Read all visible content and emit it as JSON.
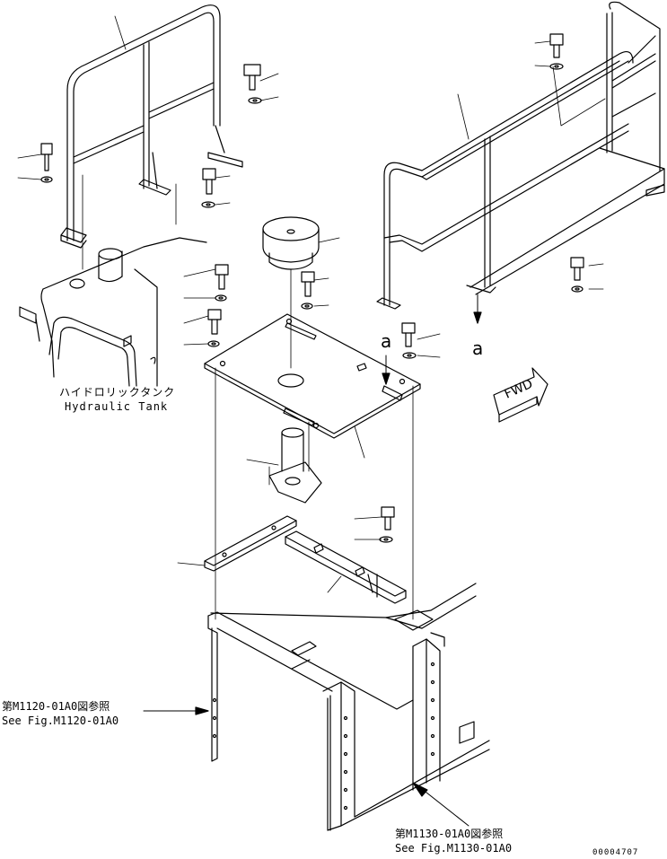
{
  "labels": {
    "hydraulic_tank_jp": "ハイドロリックタンク",
    "hydraulic_tank_en": "Hydraulic Tank",
    "ref_1120_jp": "第M1120-01A0図参照",
    "ref_1120_en": "See Fig.M1120-01A0",
    "ref_1130_jp": "第M1130-01A0図参照",
    "ref_1130_en": "See Fig.M1130-01A0",
    "view_letter": "a",
    "view_letter_2": "a",
    "fwd": "FWD",
    "doc_number": "00004707"
  },
  "colors": {
    "line": "#000000",
    "background": "#ffffff"
  }
}
